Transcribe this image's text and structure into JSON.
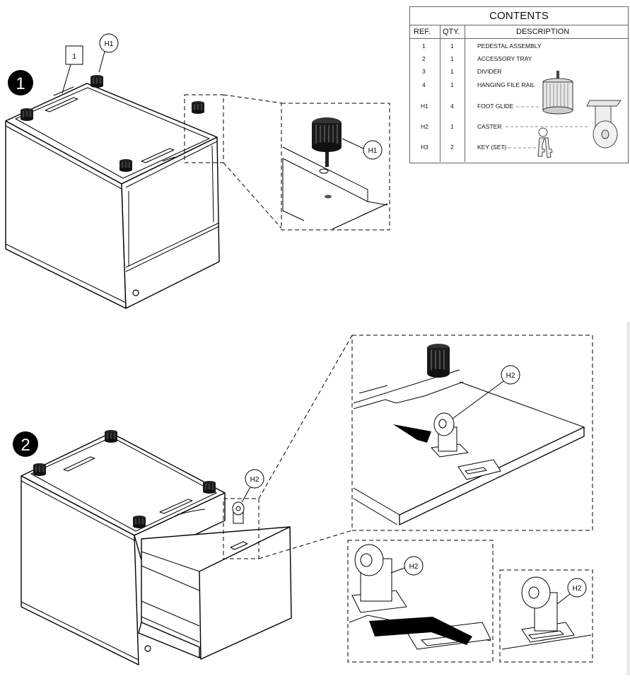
{
  "steps": [
    "1",
    "2"
  ],
  "labels": {
    "part_ref": "1",
    "foot_glide": "H1",
    "caster": "H2"
  },
  "contents_table": {
    "title": "CONTENTS",
    "headers": {
      "ref": "REF.",
      "qty": "QTY.",
      "description": "DESCRIPTION"
    },
    "rows": [
      {
        "ref": "1",
        "qty": "1",
        "description": "PEDESTAL ASSEMBLY"
      },
      {
        "ref": "2",
        "qty": "1",
        "description": "ACCESSORY TRAY"
      },
      {
        "ref": "3",
        "qty": "1",
        "description": "DIVIDER"
      },
      {
        "ref": "4",
        "qty": "1",
        "description": "HANGING FILE RAIL"
      },
      {
        "ref": "H1",
        "qty": "4",
        "description": "FOOT GLIDE"
      },
      {
        "ref": "H2",
        "qty": "1",
        "description": "CASTER"
      },
      {
        "ref": "H3",
        "qty": "2",
        "description": "KEY (SET)"
      }
    ]
  }
}
